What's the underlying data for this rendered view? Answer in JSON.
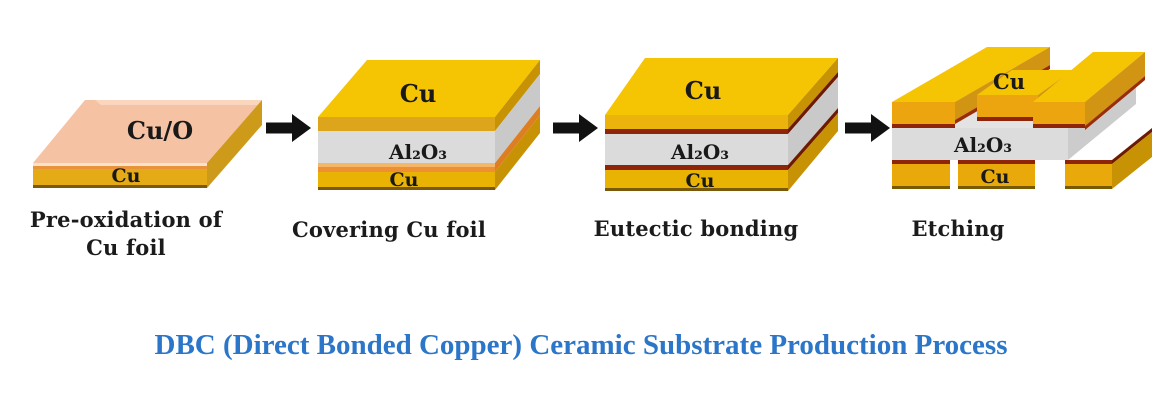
{
  "figure_title": {
    "text": "DBC (Direct Bonded Copper) Ceramic Substrate Production Process",
    "color": "#2b76c8"
  },
  "stages": [
    {
      "name": "pre-oxidation",
      "caption_lines": [
        "Pre-oxidation of",
        "Cu foil"
      ],
      "labels": {
        "top": "Cu/O",
        "bottom": "Cu"
      }
    },
    {
      "name": "covering-cu-foil",
      "caption_lines": [
        "Covering Cu foil"
      ],
      "labels": {
        "top": "Cu",
        "middle": "Al₂O₃",
        "bottom": "Cu"
      }
    },
    {
      "name": "eutectic-bonding",
      "caption_lines": [
        "Eutectic bonding"
      ],
      "labels": {
        "top": "Cu",
        "middle": "Al₂O₃",
        "bottom": "Cu"
      }
    },
    {
      "name": "etching",
      "caption_lines": [
        "Etching"
      ],
      "labels": {
        "top": "Cu",
        "middle": "Al₂O₃",
        "bottom": "Cu"
      }
    }
  ],
  "colors": {
    "copper_top": "#f5c402",
    "copper_front": "#e9b303",
    "copper_side": "#c79203",
    "oxidized_copper": "#f5c2a3",
    "ceramic_front": "#dbdbdb",
    "ceramic_side": "#c9c9c9",
    "eutectic_red": "#8f2408",
    "pre_bond_orange": "#ee8f33",
    "arrow": "#111111",
    "background": "#ffffff"
  }
}
